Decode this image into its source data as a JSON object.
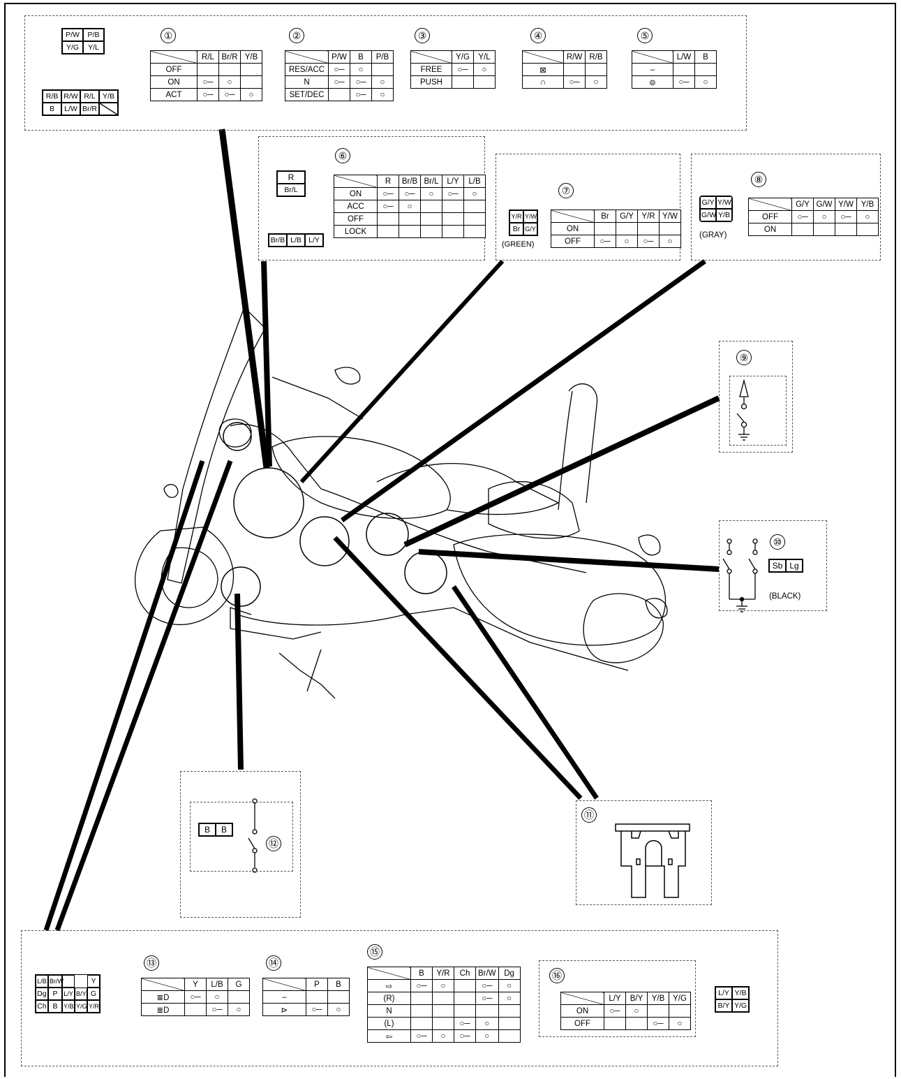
{
  "circle_labels": [
    "①",
    "②",
    "③",
    "④",
    "⑤",
    "⑥",
    "⑦",
    "⑧",
    "⑨",
    "⑩",
    "⑪",
    "⑫",
    "⑬",
    "⑭",
    "⑮",
    "⑯"
  ],
  "colors": {
    "line": "#000000",
    "dash": "#555555"
  },
  "tables": {
    "t1": {
      "cols": [
        "R/L",
        "Br/R",
        "Y/B"
      ],
      "rows": [
        "OFF",
        "ON",
        "ACT"
      ]
    },
    "t2": {
      "cols": [
        "P/W",
        "B",
        "P/B"
      ],
      "rows": [
        "RES/ACC",
        "N",
        "SET/DEC"
      ]
    },
    "t3": {
      "cols": [
        "Y/G",
        "Y/L"
      ],
      "rows": [
        "FREE",
        "PUSH"
      ]
    },
    "t4": {
      "cols": [
        "R/W",
        "R/B"
      ],
      "rows": [
        "⊠",
        "∩"
      ]
    },
    "t5": {
      "cols": [
        "L/W",
        "B"
      ],
      "rows": [
        "–",
        "⊜"
      ]
    },
    "t6": {
      "cols": [
        "R",
        "Br/B",
        "Br/L",
        "L/Y",
        "L/B"
      ],
      "rows": [
        "ON",
        "ACC",
        "OFF",
        "LOCK"
      ]
    },
    "t7": {
      "cols": [
        "Br",
        "G/Y",
        "Y/R",
        "Y/W"
      ],
      "rows": [
        "ON",
        "OFF"
      ]
    },
    "t8": {
      "cols": [
        "G/Y",
        "G/W",
        "Y/W",
        "Y/B"
      ],
      "rows": [
        "OFF",
        "ON"
      ]
    },
    "t13": {
      "cols": [
        "Y",
        "L/B",
        "G"
      ],
      "rows": [
        "≣D",
        "≣D"
      ]
    },
    "t14": {
      "cols": [
        "P",
        "B"
      ],
      "rows": [
        "–",
        "⊳"
      ]
    },
    "t15": {
      "cols": [
        "B",
        "Y/R",
        "Ch",
        "Br/W",
        "Dg"
      ],
      "rows": [
        "⇨",
        "(R)",
        "N",
        "(L)",
        "⇦"
      ]
    },
    "t16": {
      "cols": [
        "L/Y",
        "B/Y",
        "Y/B",
        "Y/G"
      ],
      "rows": [
        "ON",
        "OFF"
      ]
    }
  },
  "connectors": {
    "c1a": [
      "P/W",
      "P/B",
      "Y/G",
      "Y/L"
    ],
    "c1b": [
      "R/B",
      "R/W",
      "R/L",
      "Y/B",
      "B",
      "L/W",
      "Br/R",
      ""
    ],
    "c6a": [
      "R",
      "Br/L"
    ],
    "c6b": [
      "Br/B",
      "L/B",
      "L/Y"
    ],
    "c7": [
      "Y/R",
      "Y/W",
      "Br",
      "G/Y"
    ],
    "c8": [
      "G/Y",
      "Y/W",
      "G/W",
      "Y/B"
    ],
    "c10": [
      "Sb",
      "Lg"
    ],
    "c12": [
      "B",
      "B"
    ],
    "c13": [
      "L/B",
      "Br/W",
      "",
      "Y",
      "Dg",
      "P",
      "L/Y",
      "B/Y",
      "G",
      "Ch",
      "B",
      "Y/B",
      "Y/G",
      "Y/R"
    ],
    "c16": [
      "L/Y",
      "Y/B",
      "B/Y",
      "Y/G"
    ]
  },
  "connector_colors": {
    "c7": "(GREEN)",
    "c8": "(GRAY)",
    "c10": "(BLACK)"
  }
}
